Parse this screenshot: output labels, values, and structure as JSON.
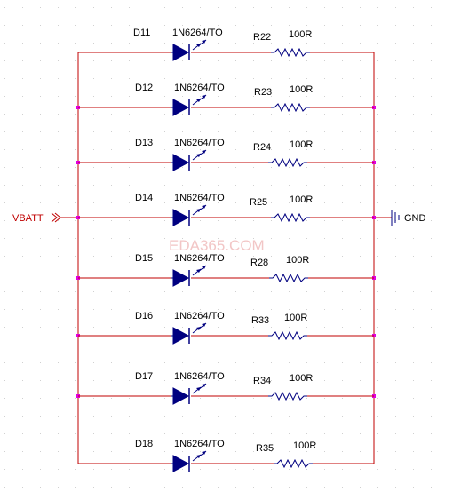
{
  "colors": {
    "wire": "#c00000",
    "component": "#000080",
    "junction": "#e000e0",
    "grid": "#d0d0d0",
    "label": "#000000",
    "watermark": "#f2c6c6"
  },
  "power_net": {
    "label": "VBATT"
  },
  "ground": {
    "label": "GND",
    "icon": "ground-symbol-icon"
  },
  "watermark": "EDA365.COM",
  "rows": [
    {
      "diode_ref": "D11",
      "diode_part": "1N6264/TO",
      "resistor_ref": "R22",
      "resistor_value": "100R"
    },
    {
      "diode_ref": "D12",
      "diode_part": "1N6264/TO",
      "resistor_ref": "R23",
      "resistor_value": "100R"
    },
    {
      "diode_ref": "D13",
      "diode_part": "1N6264/TO",
      "resistor_ref": "R24",
      "resistor_value": "100R"
    },
    {
      "diode_ref": "D14",
      "diode_part": "1N6264/TO",
      "resistor_ref": "R25",
      "resistor_value": "100R"
    },
    {
      "diode_ref": "D15",
      "diode_part": "1N6264/TO",
      "resistor_ref": "R28",
      "resistor_value": "100R"
    },
    {
      "diode_ref": "D16",
      "diode_part": "1N6264/TO",
      "resistor_ref": "R33",
      "resistor_value": "100R"
    },
    {
      "diode_ref": "D17",
      "diode_part": "1N6264/TO",
      "resistor_ref": "R34",
      "resistor_value": "100R"
    },
    {
      "diode_ref": "D18",
      "diode_part": "1N6264/TO",
      "resistor_ref": "R35",
      "resistor_value": "100R"
    }
  ]
}
